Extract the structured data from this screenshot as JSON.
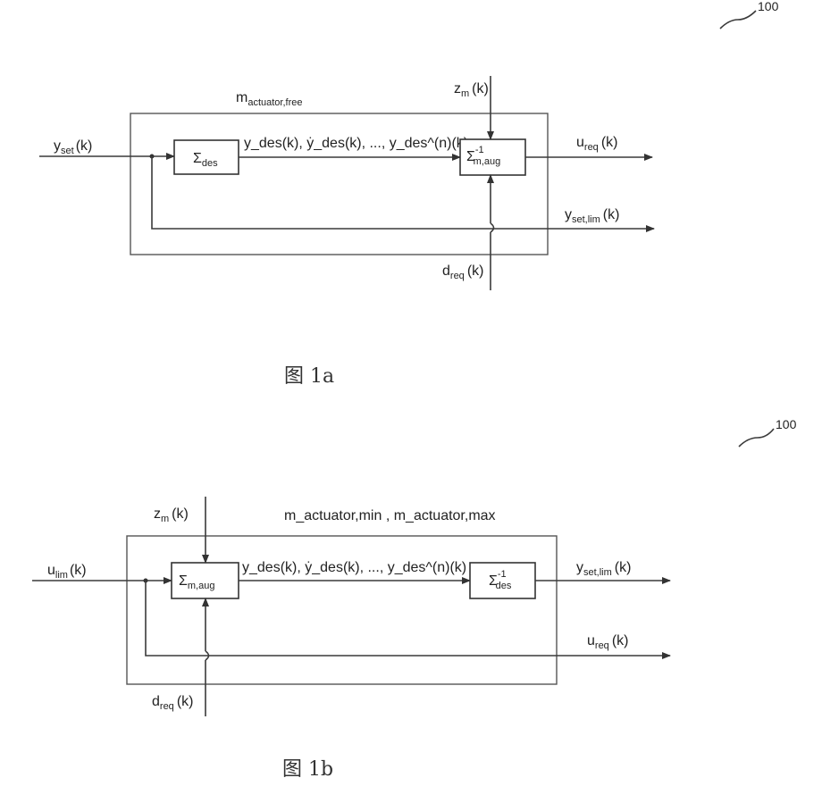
{
  "ref_a": "100",
  "ref_b": "100",
  "fig_a": {
    "caption": "图 1a",
    "box_label": {
      "main": "m",
      "sub": "actuator,free"
    },
    "in_label": {
      "main": "y",
      "sub": "set",
      "tail": "(k)"
    },
    "block1": {
      "main": "Σ",
      "sub": "des"
    },
    "mid_label": "y_des(k), ẏ_des(k), ..., y_des^(n)(k)",
    "block2": {
      "main": "Σ",
      "sup": "-1",
      "sub": "m,aug"
    },
    "z_label": {
      "main": "z",
      "sub": "m",
      "tail": "(k)"
    },
    "d_label": {
      "main": "d",
      "sub": "req",
      "tail": "(k)"
    },
    "out1": {
      "main": "u",
      "sub": "req",
      "tail": "(k)"
    },
    "out2": {
      "main": "y",
      "sub": "set,lim",
      "tail": "(k)"
    }
  },
  "fig_b": {
    "caption": "图 1b",
    "box_label": "m_actuator,min , m_actuator,max",
    "in_label": {
      "main": "u",
      "sub": "lim",
      "tail": "(k)"
    },
    "block1": {
      "main": "Σ",
      "sub": "m,aug"
    },
    "mid_label": "y_des(k), ẏ_des(k), ..., y_des^(n)(k)",
    "block2": {
      "main": "Σ",
      "sup": "-1",
      "sub": "des"
    },
    "z_label": {
      "main": "z",
      "sub": "m",
      "tail": "(k)"
    },
    "d_label": {
      "main": "d",
      "sub": "req",
      "tail": "(k)"
    },
    "out1": {
      "main": "y",
      "sub": "set,lim",
      "tail": "(k)"
    },
    "out2": {
      "main": "u",
      "sub": "req",
      "tail": "(k)"
    }
  }
}
